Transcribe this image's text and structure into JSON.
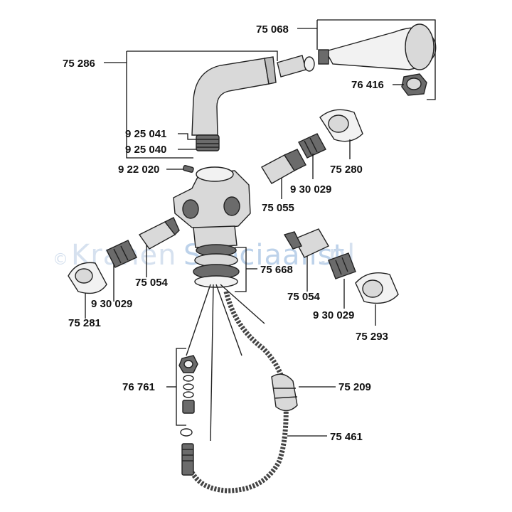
{
  "watermark": {
    "copyright": "©",
    "text_a": "Kranen",
    "text_b": "Speciaalist",
    "text_c": ".nl"
  },
  "labels": {
    "75068": "75 068",
    "75286": "75 286",
    "76416": "76 416",
    "925041": "9 25 041",
    "925040": "9 25 040",
    "75280": "75 280",
    "922020": "9 22 020",
    "930029_top": "9 30 029",
    "75055": "75 055",
    "75668": "75 668",
    "75054_left": "75 054",
    "930029_left": "9 30 029",
    "75281": "75 281",
    "75054_right": "75 054",
    "930029_right": "9 30 029",
    "75293": "75 293",
    "76761": "76 761",
    "75209": "75 209",
    "75461": "75 461"
  }
}
